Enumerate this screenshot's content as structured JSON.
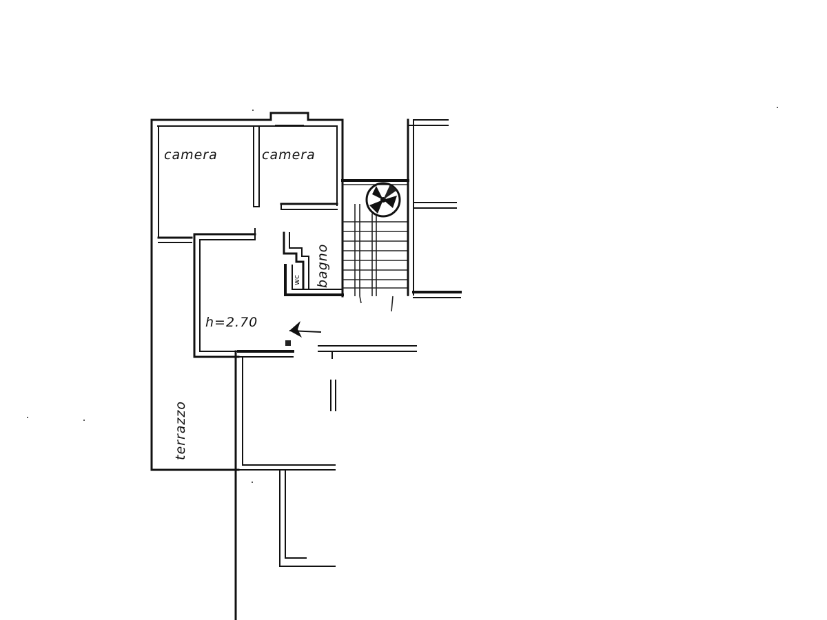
{
  "rooms": {
    "camera_left": "camera",
    "camera_right": "camera",
    "bagno": "bagno",
    "wc": "wc",
    "terrazzo": "terrazzo"
  },
  "height_note": "h=2.70"
}
